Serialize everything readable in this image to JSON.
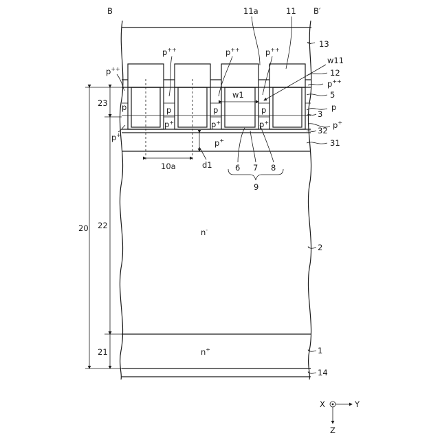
{
  "section": {
    "left": "B",
    "right": "B′"
  },
  "layers": {
    "n_minus": "n",
    "n_minus_sup": "-",
    "n_plus": "n",
    "n_plus_sup": "+",
    "p_plus": "p",
    "p_plus_sup": "+",
    "p_pp": "p",
    "p_pp_sup": "++",
    "p": "p"
  },
  "refs": {
    "r1": "1",
    "r2": "2",
    "r3": "3",
    "r5": "5",
    "r6": "6",
    "r7": "7",
    "r8": "8",
    "r9": "9",
    "r11": "11",
    "r11a": "11a",
    "r12": "12",
    "r13": "13",
    "r14": "14",
    "r20": "20",
    "r21": "21",
    "r22": "22",
    "r23": "23",
    "r31": "31",
    "r32": "32",
    "r10a": "10a",
    "d1": "d1",
    "w1": "w1",
    "w11": "w11"
  },
  "axes": {
    "x": "X",
    "y": "Y",
    "z": "Z"
  }
}
